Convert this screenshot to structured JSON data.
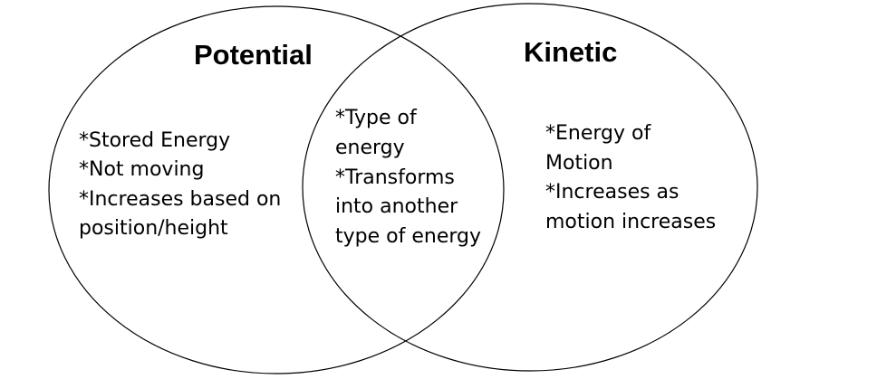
{
  "diagram": {
    "left_circle": {
      "title": "Potential",
      "lines": [
        "*Stored Energy",
        "*Not moving",
        "*Increases based on",
        "position/height"
      ]
    },
    "overlap": {
      "lines": [
        "*Type of",
        "energy",
        "*Transforms",
        "into another",
        "type of energy"
      ]
    },
    "right_circle": {
      "title": "Kinetic",
      "lines": [
        "*Energy of",
        "Motion",
        "*Increases as",
        "motion increases"
      ]
    },
    "colors": {
      "outline": "#000000",
      "background": "#ffffff",
      "text": "#000000"
    }
  }
}
